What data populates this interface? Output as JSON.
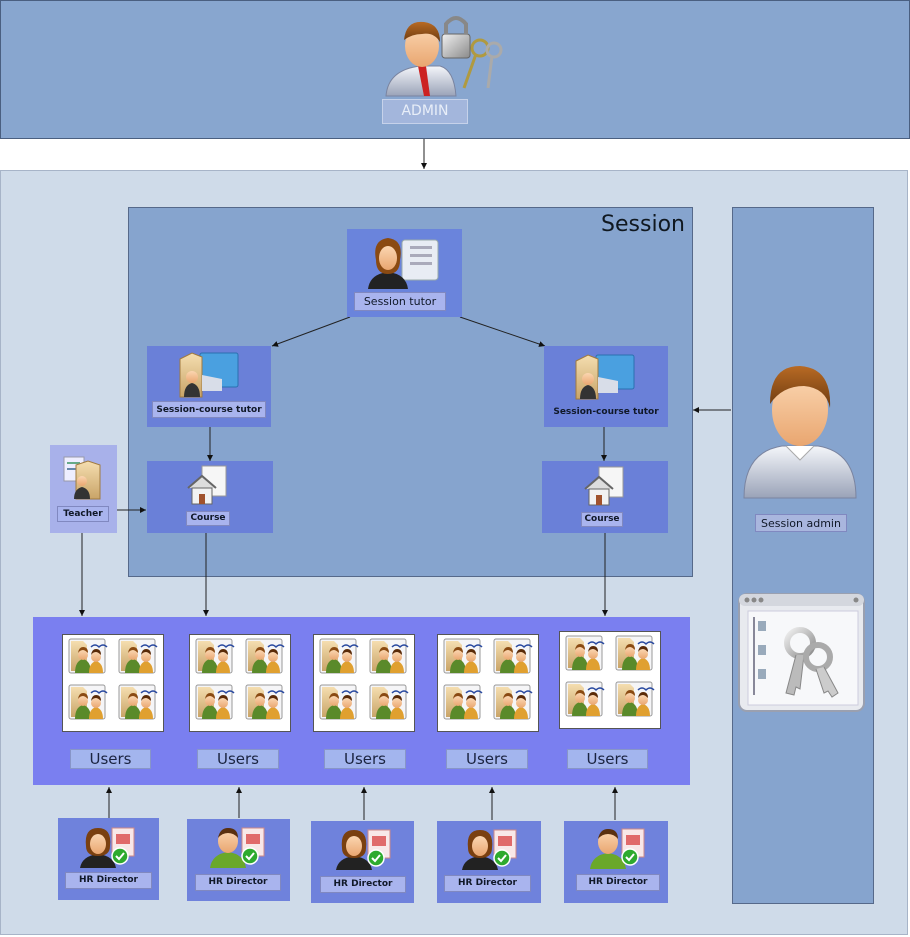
{
  "admin": {
    "label": "ADMIN"
  },
  "session": {
    "title": "Session"
  },
  "session_tutor": {
    "label": "Session tutor"
  },
  "session_course_tutor_left": {
    "label": "Session-course tutor"
  },
  "session_course_tutor_right": {
    "label": "Session-course tutor"
  },
  "course_left": {
    "label": "Course"
  },
  "course_right": {
    "label": "Course"
  },
  "teacher": {
    "label": "Teacher"
  },
  "session_admin": {
    "label": "Session admin"
  },
  "users": [
    {
      "label": "Users"
    },
    {
      "label": "Users"
    },
    {
      "label": "Users"
    },
    {
      "label": "Users"
    },
    {
      "label": "Users"
    }
  ],
  "hr_directors": [
    {
      "label": "HR Director",
      "gender": "female"
    },
    {
      "label": "HR Director",
      "gender": "male"
    },
    {
      "label": "HR Director",
      "gender": "female"
    },
    {
      "label": "HR Director",
      "gender": "female"
    },
    {
      "label": "HR Director",
      "gender": "male"
    }
  ],
  "icons": {
    "admin": "admin-with-lock-and-keys-icon",
    "session_tutor": "female-user-with-list-icon",
    "session_course_tutor": "user-in-folder-icon",
    "course": "house-with-document-icon",
    "teacher": "user-folder-with-list-icon",
    "session_admin": "male-user-icon",
    "security": "window-with-keys-icon",
    "users_group": "group-of-users-icon",
    "hr_director": "user-with-checked-document-icon"
  },
  "colors": {
    "admin_band": "#88a6cf",
    "outer": "#cfdbe9",
    "session_box": "#86a4ce",
    "block": "#6a80d8",
    "users_band": "#7a7ff0",
    "label": "#a9b4ee"
  }
}
